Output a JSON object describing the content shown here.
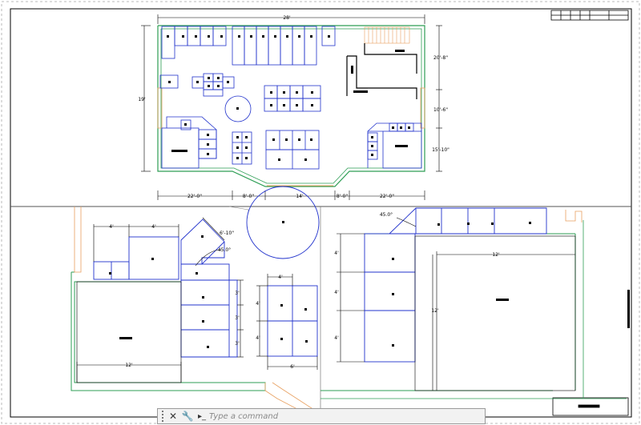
{
  "drawing": {
    "top_plan": {
      "overall_width": "28'",
      "overall_height": "19'",
      "right_dim_upper": "20'-8\"",
      "right_dim_middle": "10'-6\"",
      "right_dim_lower": "15'-10\"",
      "bottom_dim_1": "22'-0\"",
      "bottom_dim_2": "8'-0\"",
      "bottom_dim_3": "14'",
      "bottom_dim_4": "8'-0\"",
      "bottom_dim_5": "22'-0\""
    },
    "lower_left_detail": {
      "dim_a": "4'",
      "dim_b": "4'",
      "angle_dim": "6'-10\"",
      "angle_label": "45.0°",
      "width_dim": "12'",
      "side_dim_1": "3'",
      "side_dim_2": "3'",
      "side_dim_3": "3'"
    },
    "lower_middle_detail": {
      "top_dim": "4'",
      "bottom_dim": "6'",
      "side_dim_1": "4'",
      "side_dim_2": "4'"
    },
    "lower_right_detail": {
      "angle_label": "45.0°",
      "width_dim": "12'",
      "height_dim": "12'",
      "side_dim_1": "4'",
      "side_dim_2": "4'",
      "side_dim_3": "4'"
    }
  },
  "command_line": {
    "close_glyph": "✕",
    "settings_glyph": "🔧",
    "prompt_glyph": "▸_",
    "placeholder": "Type a command"
  }
}
